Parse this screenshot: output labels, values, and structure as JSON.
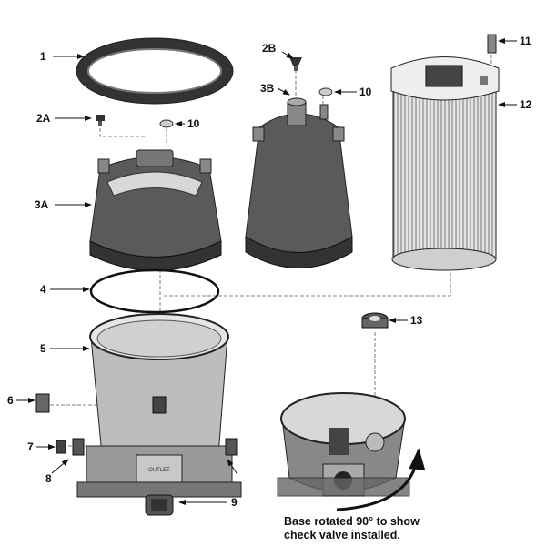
{
  "diagram": {
    "labels": {
      "ring": "1",
      "air_relief_a": "2A",
      "gauge_plug_a": "10",
      "lid_a": "3A",
      "o_ring": "4",
      "tank": "5",
      "drain_plug": "6",
      "part7": "7",
      "part8": "8",
      "union": "9",
      "air_relief_b": "2B",
      "lid_b": "3B",
      "gauge_plug_b": "10",
      "part11": "11",
      "cartridge": "12",
      "check_valve": "13"
    },
    "outlet_text": "OUTLET",
    "caption": {
      "line1": "Base rotated 90° to show",
      "line2": "check valve installed."
    },
    "colors": {
      "dark_part": "#4a4a4a",
      "mid_part": "#8a8a8a",
      "light_part": "#d8d8d8",
      "ink": "#111111"
    }
  }
}
